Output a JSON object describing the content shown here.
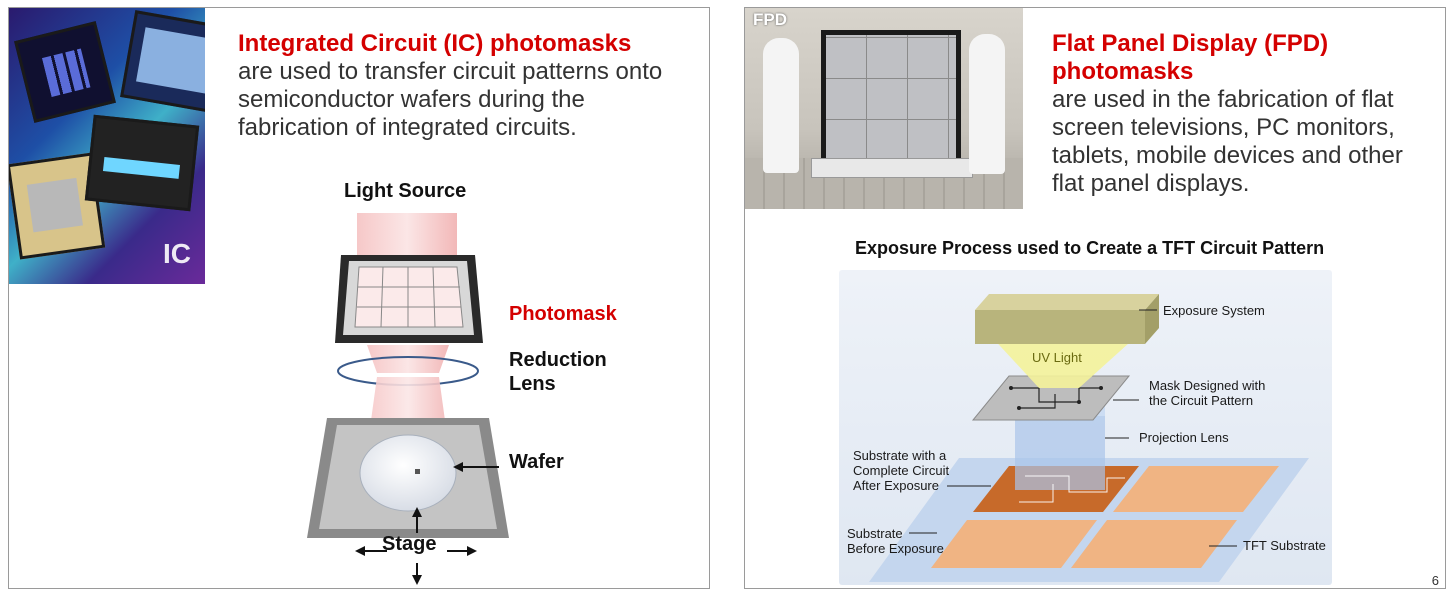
{
  "left_slide": {
    "photo_badge": "IC",
    "heading": "Integrated Circuit (IC) photomasks",
    "body": "are used to transfer circuit patterns onto semiconductor wafers during the fabrication of integrated circuits.",
    "diagram": {
      "light_source": "Light Source",
      "photomask": "Photomask",
      "reduction_lens_line1": "Reduction",
      "reduction_lens_line2": "Lens",
      "wafer": "Wafer",
      "stage": "Stage"
    }
  },
  "right_slide": {
    "photo_badge": "FPD",
    "heading_line1": "Flat Panel Display (FPD)",
    "heading_line2": "photomasks",
    "body": "are used in the fabrication of flat screen televisions, PC monitors, tablets, mobile devices and other flat panel displays.",
    "diagram_title": "Exposure Process used to Create a TFT Circuit Pattern",
    "diagram": {
      "exposure_system": "Exposure System",
      "uv_light": "UV Light",
      "mask_line1": "Mask Designed with",
      "mask_line2": "the Circuit Pattern",
      "projection_lens": "Projection Lens",
      "complete_line1": "Substrate with a",
      "complete_line2": "Complete Circuit",
      "complete_line3": "After Exposure",
      "before_line1": "Substrate",
      "before_line2": "Before Exposure",
      "tft_substrate": "TFT Substrate"
    },
    "page_number": "6"
  },
  "colors": {
    "heading_red": "#d40000",
    "substrate_orange": "#f0b483",
    "substrate_exposed": "#c76a2a",
    "uv_yellow": "#f4f29a"
  }
}
